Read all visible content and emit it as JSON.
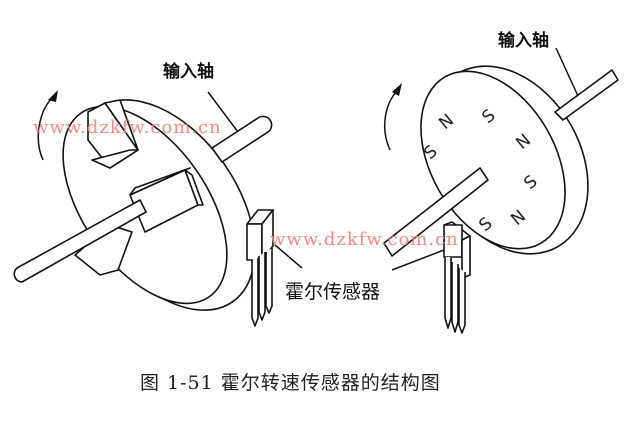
{
  "figure": {
    "caption": "图 1-51 霍尔转速传感器的结构图",
    "caption_number": "图 1-51",
    "caption_title": "霍尔转速传感器的结构图"
  },
  "left_panel": {
    "shaft_label": "输入轴",
    "description": "Rotor disc with shutter blades (vanes) on input shaft, rotating; Hall sensor beside disc",
    "rotation_arrow": "curved-arrow-counterclockwise"
  },
  "right_panel": {
    "shaft_label": "输入轴",
    "magnet_poles": [
      "N",
      "S",
      "S",
      "N",
      "S",
      "N",
      "S"
    ],
    "description": "Rotor disc with alternating N/S magnetic poles on input shaft; Hall sensor beside disc",
    "rotation_arrow": "curved-arrow-counterclockwise"
  },
  "shared_labels": {
    "hall_sensor": "霍尔传感器"
  },
  "watermarks": [
    {
      "text": "www.dzkfw.com.cn"
    },
    {
      "text": "www.dzkfw.com.cn"
    }
  ],
  "colors": {
    "line": "#111111",
    "background": "#ffffff",
    "watermark": "#f08080"
  }
}
